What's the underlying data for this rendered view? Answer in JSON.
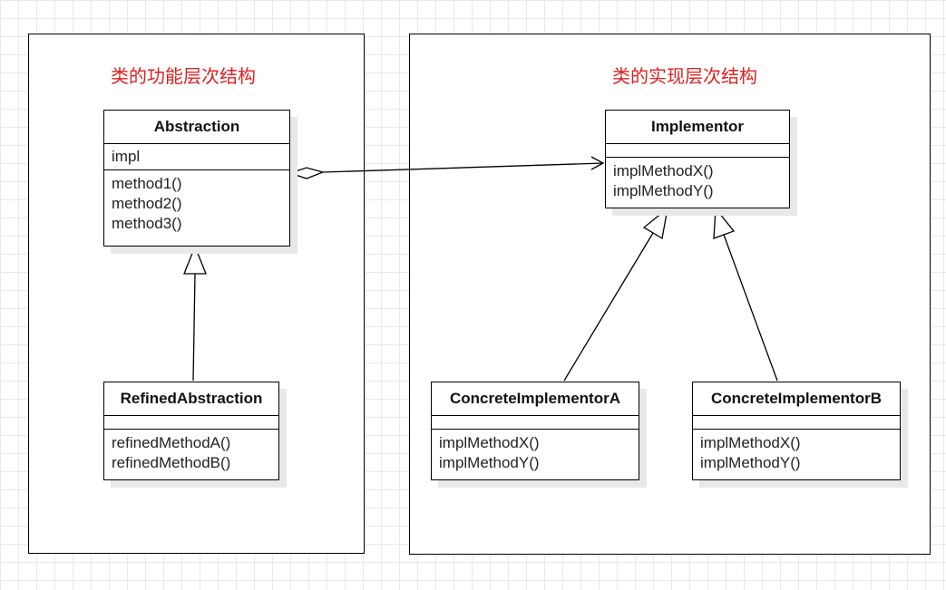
{
  "left_panel": {
    "title": "类的功能层次结构"
  },
  "right_panel": {
    "title": "类的实现层次结构"
  },
  "classes": {
    "abstraction": {
      "name": "Abstraction",
      "attributes": [
        "impl"
      ],
      "methods": [
        "method1()",
        "method2()",
        "method3()"
      ]
    },
    "refined_abstraction": {
      "name": "RefinedAbstraction",
      "attributes": [],
      "methods": [
        "refinedMethodA()",
        "refinedMethodB()"
      ]
    },
    "implementor": {
      "name": "Implementor",
      "attributes": [],
      "methods": [
        "implMethodX()",
        "implMethodY()"
      ]
    },
    "concrete_a": {
      "name": "ConcreteImplementorA",
      "attributes": [],
      "methods": [
        "implMethodX()",
        "implMethodY()"
      ]
    },
    "concrete_b": {
      "name": "ConcreteImplementorB",
      "attributes": [],
      "methods": [
        "implMethodX()",
        "implMethodY()"
      ]
    }
  }
}
